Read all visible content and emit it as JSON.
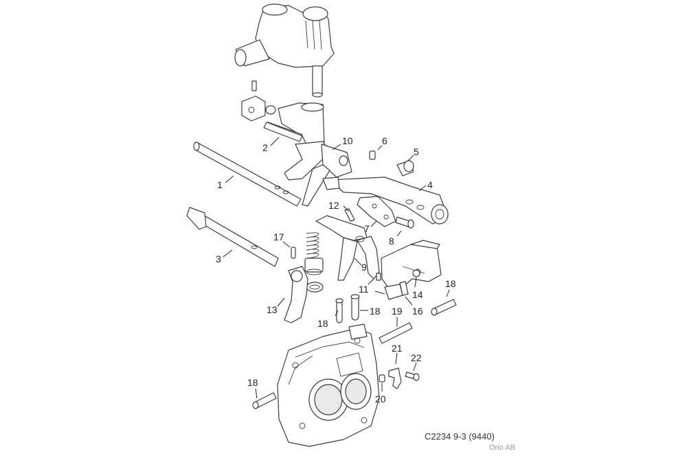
{
  "diagram": {
    "callouts": {
      "c1": "1",
      "c2": "2",
      "c3": "3",
      "c4": "4",
      "c5": "5",
      "c6": "6",
      "c7": "7",
      "c8": "8",
      "c9": "9",
      "c10": "10",
      "c11": "11",
      "c12": "12",
      "c13": "13",
      "c14": "14",
      "c16": "16",
      "c17": "17",
      "c18a": "18",
      "c18b": "18",
      "c18c": "18",
      "c18d": "18",
      "c19": "19",
      "c20": "20",
      "c21": "21",
      "c22": "22"
    },
    "reference_code": "C2234 9-3 (9440)",
    "copyright": "Orio AB"
  }
}
